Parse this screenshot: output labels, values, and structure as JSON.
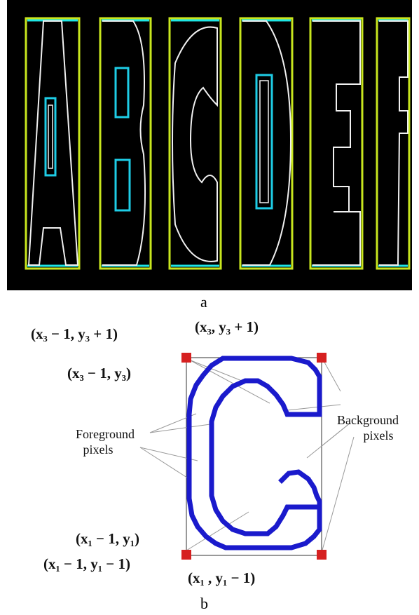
{
  "panel_a": {
    "caption": "a",
    "letters": [
      "A",
      "B",
      "C",
      "D",
      "E",
      "F"
    ],
    "colors": {
      "background": "#000000",
      "bbox": "#c8e61e",
      "edge": "#1ee6e6",
      "contour": "#f0f0f0",
      "hole": "#1ecde6"
    }
  },
  "panel_b": {
    "caption": "b",
    "letter": "C",
    "corner_labels": {
      "top_left_outer": "(x₃ − 1, y₃ + 1)",
      "top_center": "(x₃, y₃ + 1)",
      "top_left_inner": "(x₃ − 1, y₃)",
      "bottom_left_inner": "(x₁ − 1, y₁)",
      "bottom_left_outer": "(x₁ − 1, y₁ − 1)",
      "bottom_center": "(x₁ , y₁ − 1)"
    },
    "foreground_label": [
      "Foreground",
      "pixels"
    ],
    "background_label": [
      "Background",
      "pixels"
    ],
    "colors": {
      "pixels": "#1a1acc",
      "corner": "#d62020",
      "box": "#555555",
      "leader": "#999999"
    }
  }
}
